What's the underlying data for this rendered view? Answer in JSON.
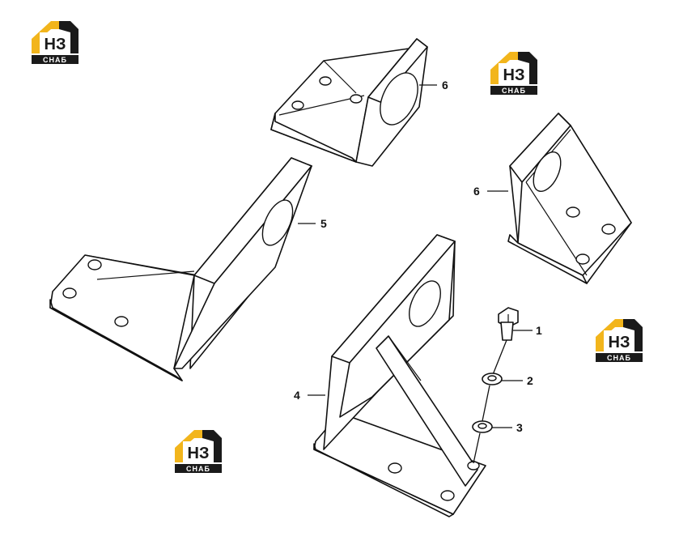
{
  "colors": {
    "logo_yellow": "#f2b51c",
    "logo_dark": "#1a1a1a",
    "line": "#111111"
  },
  "logo": {
    "mark": "НЗ",
    "subtitle": "СНАБ"
  },
  "callouts": [
    {
      "id": "c1",
      "label": "1"
    },
    {
      "id": "c2",
      "label": "2"
    },
    {
      "id": "c3",
      "label": "3"
    },
    {
      "id": "c4",
      "label": "4"
    },
    {
      "id": "c5",
      "label": "5"
    },
    {
      "id": "c6a",
      "label": "6"
    },
    {
      "id": "c6b",
      "label": "6"
    }
  ]
}
